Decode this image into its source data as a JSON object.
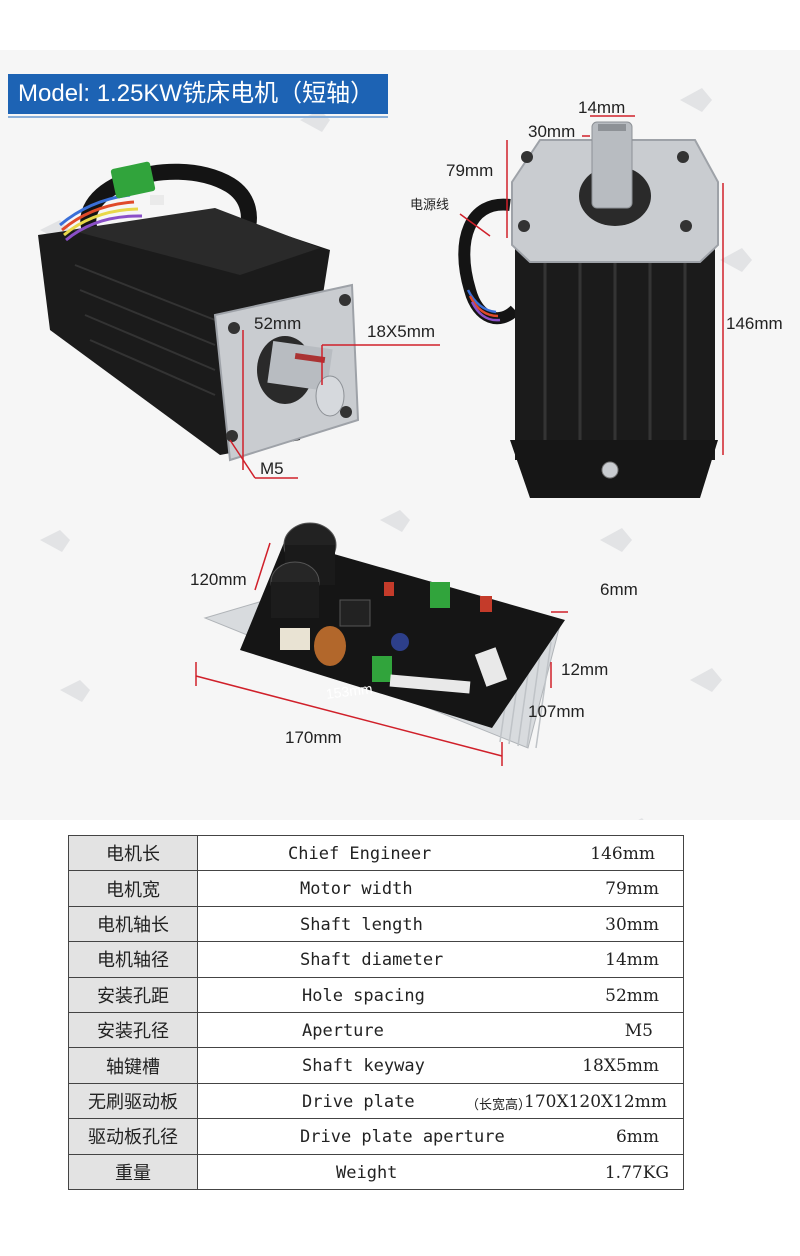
{
  "banner": {
    "title": "Model:  1.25KW铣床电机（短轴）"
  },
  "dimensions": {
    "front_shaft_dia": "14mm",
    "front_shaft_len": "30mm",
    "front_width": "79mm",
    "power_cable": "电源线",
    "front_length": "146mm",
    "side_hole_spacing": "52mm",
    "side_keyway": "18X5mm",
    "side_aperture": "M5",
    "board_width": "120mm",
    "board_heatsink_gap": "6mm",
    "board_height": "12mm",
    "board_depth": "107mm",
    "board_inner_len": "153mm",
    "board_length": "170mm"
  },
  "specs": [
    {
      "cn": "电机长",
      "en": "Chief Engineer",
      "value": "146mm"
    },
    {
      "cn": "电机宽",
      "en": "Motor width",
      "value": "79mm"
    },
    {
      "cn": "电机轴长",
      "en": "Shaft length",
      "value": "30mm"
    },
    {
      "cn": "电机轴径",
      "en": "Shaft diameter",
      "value": "14mm"
    },
    {
      "cn": "安装孔距",
      "en": "Hole spacing",
      "value": "52mm"
    },
    {
      "cn": "安装孔径",
      "en": "Aperture",
      "value": "M5"
    },
    {
      "cn": "轴键槽",
      "en": "Shaft keyway",
      "value": "18X5mm"
    },
    {
      "cn": "无刷驱动板",
      "en": "Drive plate",
      "note": "（长宽高）",
      "value": "170X120X12mm"
    },
    {
      "cn": "驱动板孔径",
      "en": "Drive plate aperture",
      "value": "6mm"
    },
    {
      "cn": "重量",
      "en": "Weight",
      "value": "1.77KG"
    }
  ],
  "colors": {
    "banner": "#1d63b4",
    "dimension_line": "#d0202a",
    "motor_body": "#1b1b1b",
    "flange": "#c9ccd0",
    "pcb": "#151515"
  }
}
